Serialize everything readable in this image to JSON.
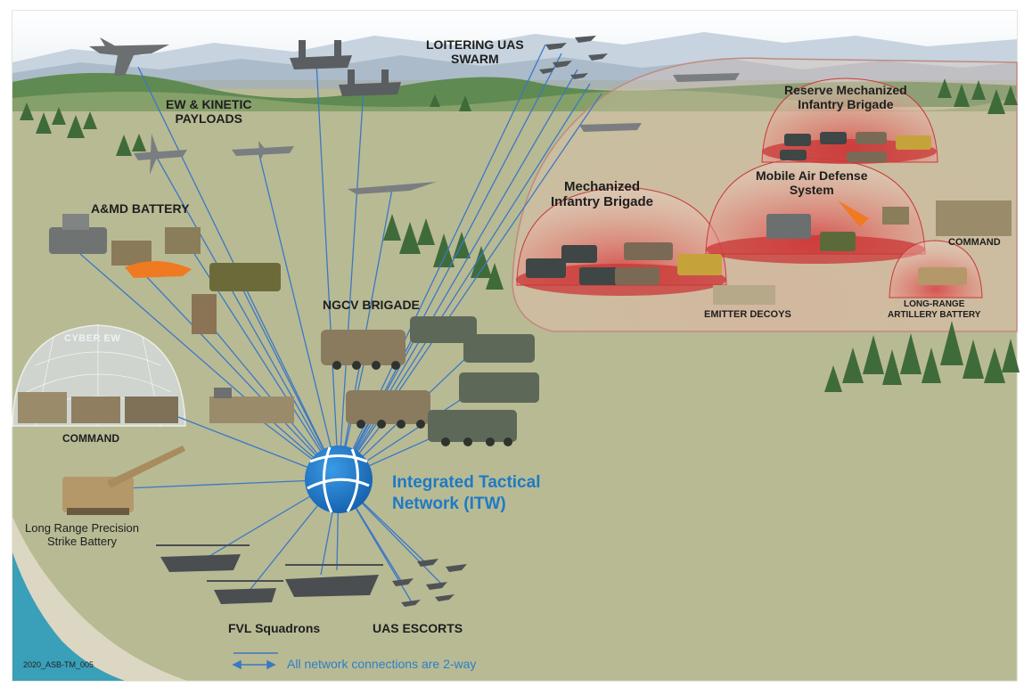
{
  "diagram": {
    "hub_label_line1": "Integrated Tactical",
    "hub_label_line2": "Network (ITW)",
    "legend_text": "All network connections are 2-way",
    "figure_id": "2020_ASB-TM_005",
    "labels": {
      "loitering_line1": "LOITERING UAS",
      "loitering_line2": "SWARM",
      "ew_line1": "EW & KINETIC",
      "ew_line2": "PAYLOADS",
      "amd": "A&MD BATTERY",
      "ngcv": "NGCV BRIGADE",
      "cyber": "CYBER EW",
      "command_left": "COMMAND",
      "lrps_line1": "Long Range Precision",
      "lrps_line2": "Strike Battery",
      "fvl": "FVL Squadrons",
      "uas_escorts": "UAS ESCORTS",
      "mech_line1": "Mechanized",
      "mech_line2": "Infantry Brigade",
      "reserve_line1": "Reserve Mechanized",
      "reserve_line2": "Infantry Brigade",
      "mad_line1": "Mobile Air Defense",
      "mad_line2": "System",
      "command_right": "COMMAND",
      "emitter": "EMITTER DECOYS",
      "lra_line1": "LONG-RANGE",
      "lra_line2": "ARTILLERY BATTERY"
    },
    "colors": {
      "network_line": "#3b78c4",
      "hub": "#1f74c4",
      "terrain": "#b9bb95",
      "dome": "#c83a3a"
    }
  }
}
